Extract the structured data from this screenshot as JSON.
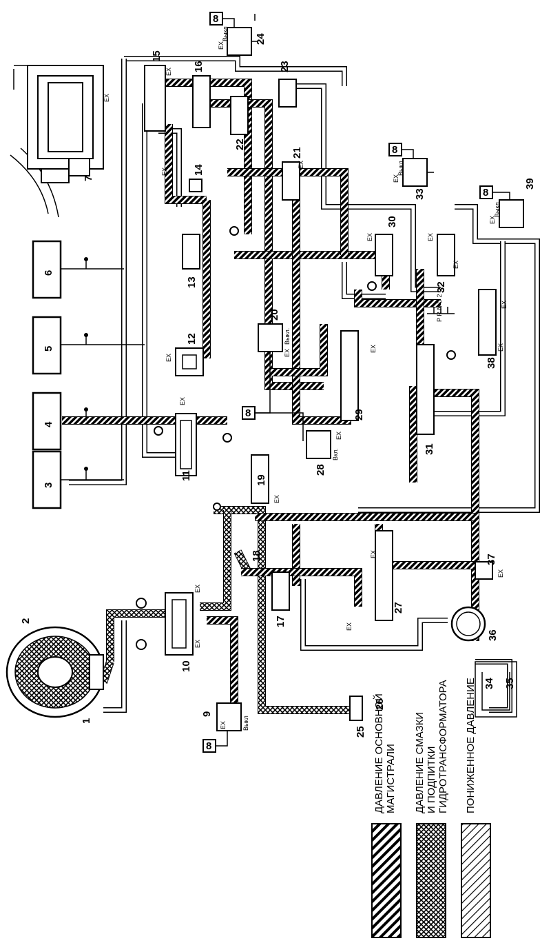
{
  "legend": {
    "main_pressure": "ДАВЛЕНИЕ ОСНОВНОЙ МАГИСТРАЛИ",
    "lube_pressure": "ДАВЛЕНИЕ СМАЗКИ И ПОДПИТКИ ГИДРОТРАНСФОРМАТОРА",
    "low_pressure": "ПОНИЖЕННОЕ ДАВЛЕНИЕ"
  },
  "legend_lines": {
    "main": [
      "ДАВЛЕНИЕ ОСНОВНОЙ",
      "МАГИСТРАЛИ"
    ],
    "lube": [
      "ДАВЛЕНИЕ СМАЗКИ",
      "И ПОДПИТКИ",
      "ГИДРОТРАНСФОРМАТОРА"
    ],
    "low": [
      "ПОНИЖЕННОЕ ДАВЛЕНИЕ"
    ]
  },
  "components": {
    "n1": "1",
    "n2": "2",
    "n3": "3",
    "n4": "4",
    "n5": "5",
    "n6": "6",
    "n7": "7",
    "n9": "9",
    "n10": "10",
    "n11": "11",
    "n12": "12",
    "n13": "13",
    "n14": "14",
    "n15": "15",
    "n16": "16",
    "n17": "17",
    "n18": "18",
    "n19": "19",
    "n20": "20",
    "n21": "21",
    "n22": "22",
    "n23": "23",
    "n24": "24",
    "n25": "25",
    "n26": "26",
    "n27": "27",
    "n28": "28",
    "n29": "29",
    "n30": "30",
    "n31": "31",
    "n32": "32",
    "n33": "33",
    "n34": "34",
    "n35": "35",
    "n36": "36",
    "n37": "37",
    "n38": "38",
    "n39": "39"
  },
  "ecu_label": "8",
  "exhaust_label": "EX",
  "off_label": "Выкл",
  "off_label_dot": "Выкл.",
  "on_label": "Вкл.",
  "selector_positions": "P R N D 2 L",
  "colors": {
    "ink": "#000000",
    "paper": "#ffffff"
  }
}
